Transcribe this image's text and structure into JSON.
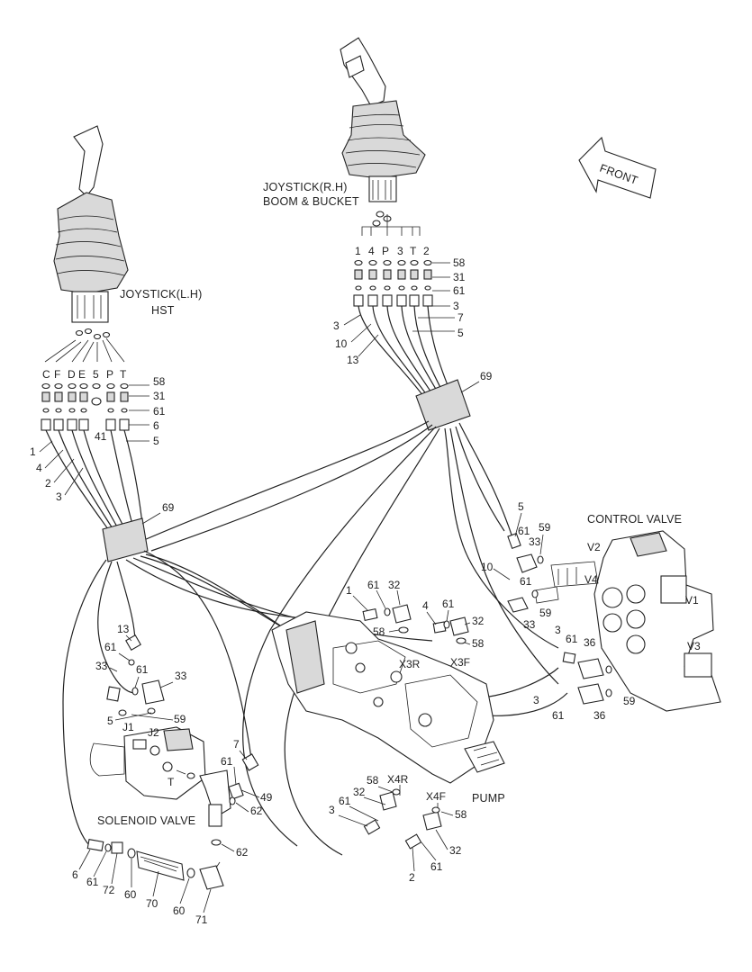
{
  "titles": {
    "joystick_rh_line1": "JOYSTICK(R.H)",
    "joystick_rh_line2": "BOOM & BUCKET",
    "joystick_lh_line1": "JOYSTICK(L.H)",
    "joystick_lh_line2": "HST",
    "control_valve": "CONTROL VALVE",
    "pump": "PUMP",
    "solenoid_valve": "SOLENOID VALVE",
    "front": "FRONT"
  },
  "rh_ports": [
    "1",
    "4",
    "P",
    "3",
    "T",
    "2"
  ],
  "lh_ports": [
    "C",
    "F",
    "D",
    "E",
    "5",
    "P",
    "T"
  ],
  "ports": {
    "x3r": "X3R",
    "x3f": "X3F",
    "x4r": "X4R",
    "x4f": "X4F",
    "v1": "V1",
    "v2": "V2",
    "v3": "V3",
    "v4": "V4",
    "j1": "J1",
    "j2": "J2",
    "t": "T"
  },
  "callouts": {
    "rh_58": "58",
    "rh_31": "31",
    "rh_61": "61",
    "rh_3a": "3",
    "rh_7": "7",
    "rh_5": "5",
    "rh_3b": "3",
    "rh_10": "10",
    "rh_13": "13",
    "band_69_top": "69",
    "lh_58": "58",
    "lh_31": "31",
    "lh_61": "61",
    "lh_6": "6",
    "lh_5": "5",
    "lh_41": "41",
    "lh_1": "1",
    "lh_4": "4",
    "lh_2": "2",
    "lh_3": "3",
    "band_69_left": "69",
    "cv_5": "5",
    "cv_61a": "61",
    "cv_59a": "59",
    "cv_33a": "33",
    "cv_10": "10",
    "cv_61b": "61",
    "cv_59b": "59",
    "cv_33b": "33",
    "cv_3a": "3",
    "cv_61c": "61",
    "cv_36a": "36",
    "cv_3b": "3",
    "cv_61d": "61",
    "cv_36b": "36",
    "cv_59c": "59",
    "p_1": "1",
    "p_61a": "61",
    "p_32a": "32",
    "p_58a": "58",
    "p_4": "4",
    "p_61b": "61",
    "p_32b": "32",
    "p_58b": "58",
    "l_13": "13",
    "l_61": "61",
    "l_33a": "33",
    "l_61b": "61",
    "l_33b": "33",
    "l_5": "5",
    "l_59": "59",
    "m_7": "7",
    "m_61": "61",
    "m_49": "49",
    "m_62a": "62",
    "m_62b": "62",
    "b_58": "58",
    "b_32": "32",
    "b_61": "61",
    "b_3": "3",
    "b_58b": "58",
    "b_32b": "32",
    "b_61b": "61",
    "b_2": "2",
    "s_6": "6",
    "s_61": "61",
    "s_72": "72",
    "s_60a": "60",
    "s_70": "70",
    "s_60b": "60",
    "s_71": "71"
  }
}
